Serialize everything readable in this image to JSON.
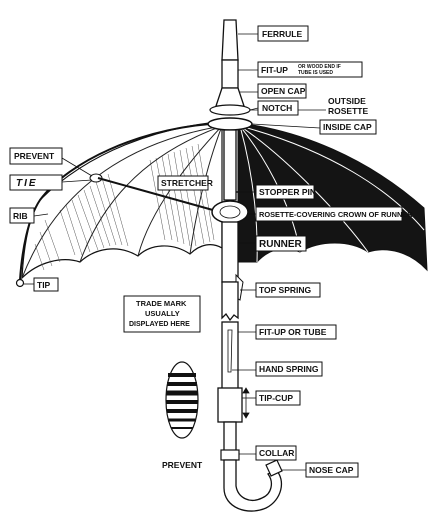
{
  "labels": {
    "ferrule": "FERRULE",
    "fit_up_top": "FIT-UP",
    "fit_up_note_1": "OR WOOD END IF",
    "fit_up_note_2": "TUBE IS USED",
    "open_cap": "OPEN CAP",
    "notch": "NOTCH",
    "outside_rosette_1": "OUTSIDE",
    "outside_rosette_2": "ROSETTE",
    "inside_cap": "INSIDE CAP",
    "prevent_top": "PREVENT",
    "tie": "TIE",
    "stretcher": "STRETCHER",
    "rib": "RIB",
    "stopper_pin": "STOPPER PIN",
    "rosette_crown": "ROSETTE-COVERING CROWN OF RUNNER",
    "runner": "RUNNER",
    "tip": "TIP",
    "top_spring": "TOP SPRING",
    "trade_mark_1": "TRADE MARK",
    "trade_mark_2": "USUALLY",
    "trade_mark_3": "DISPLAYED HERE",
    "fit_up_tube": "FIT-UP OR TUBE",
    "hand_spring": "HAND SPRING",
    "tip_cup": "TIP-CUP",
    "collar": "COLLAR",
    "prevent_bottom": "PREVENT",
    "nose_cap": "NOSE CAP"
  },
  "colors": {
    "ink": "#111111",
    "canopy_dark": "#141414",
    "canopy_light": "#ffffff"
  }
}
